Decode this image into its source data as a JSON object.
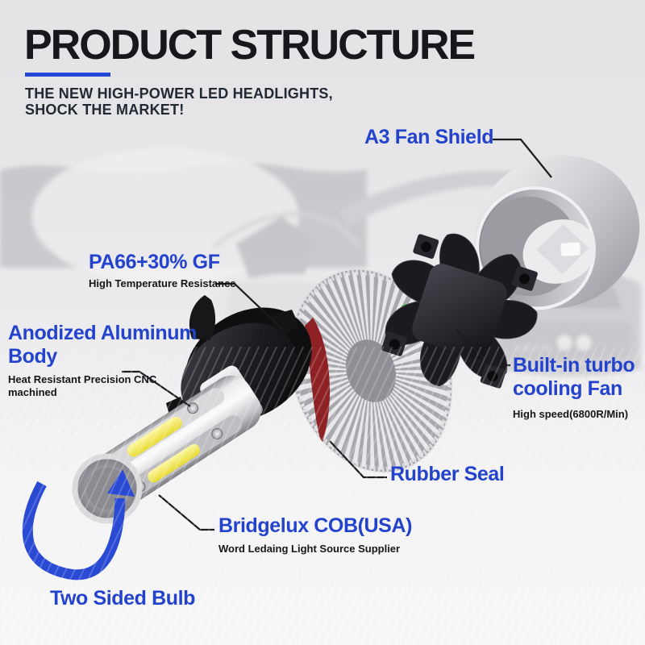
{
  "header": {
    "title": "PRODUCT STRUCTURE",
    "subtitle_line1": "THE NEW HIGH-POWER LED HEADLIGHTS,",
    "subtitle_line2": "SHOCK THE MARKET!"
  },
  "callouts": {
    "fan_shield": {
      "title": "A3 Fan Shield"
    },
    "pa66": {
      "title": "PA66+30% GF",
      "note": "High Temperature Resistance"
    },
    "aluminum_body": {
      "title": "Anodized Aluminum Body",
      "note": "Heat Resistant Precision CNC machined"
    },
    "cooling_fan": {
      "title": "Built-in turbo cooling Fan",
      "note": "High speed(6800R/Min)"
    },
    "rubber_seal": {
      "title": "Rubber Seal"
    },
    "bridgelux_cob": {
      "title": "Bridgelux COB(USA)",
      "note": "Word Ledaing Light Source Supplier"
    },
    "two_sided_bulb": {
      "title": "Two Sided Bulb"
    }
  },
  "colors": {
    "accent_blue": "#2443cd",
    "underline_blue": "#2646d8",
    "title_dark": "#17171c",
    "note_dark": "#15161a",
    "seal_red": "#8e2124",
    "chip_yellow": "#ecdf35",
    "background_gray": "#e6e6e8"
  },
  "parts_depicted": [
    "a3-fan-shield",
    "built-in-cooling-fan",
    "aluminum-heatsink-fins",
    "rubber-seal-ring",
    "h4-adapter-collar",
    "two-sided-led-bulb",
    "cob-led-chips",
    "rotation-arrow"
  ]
}
